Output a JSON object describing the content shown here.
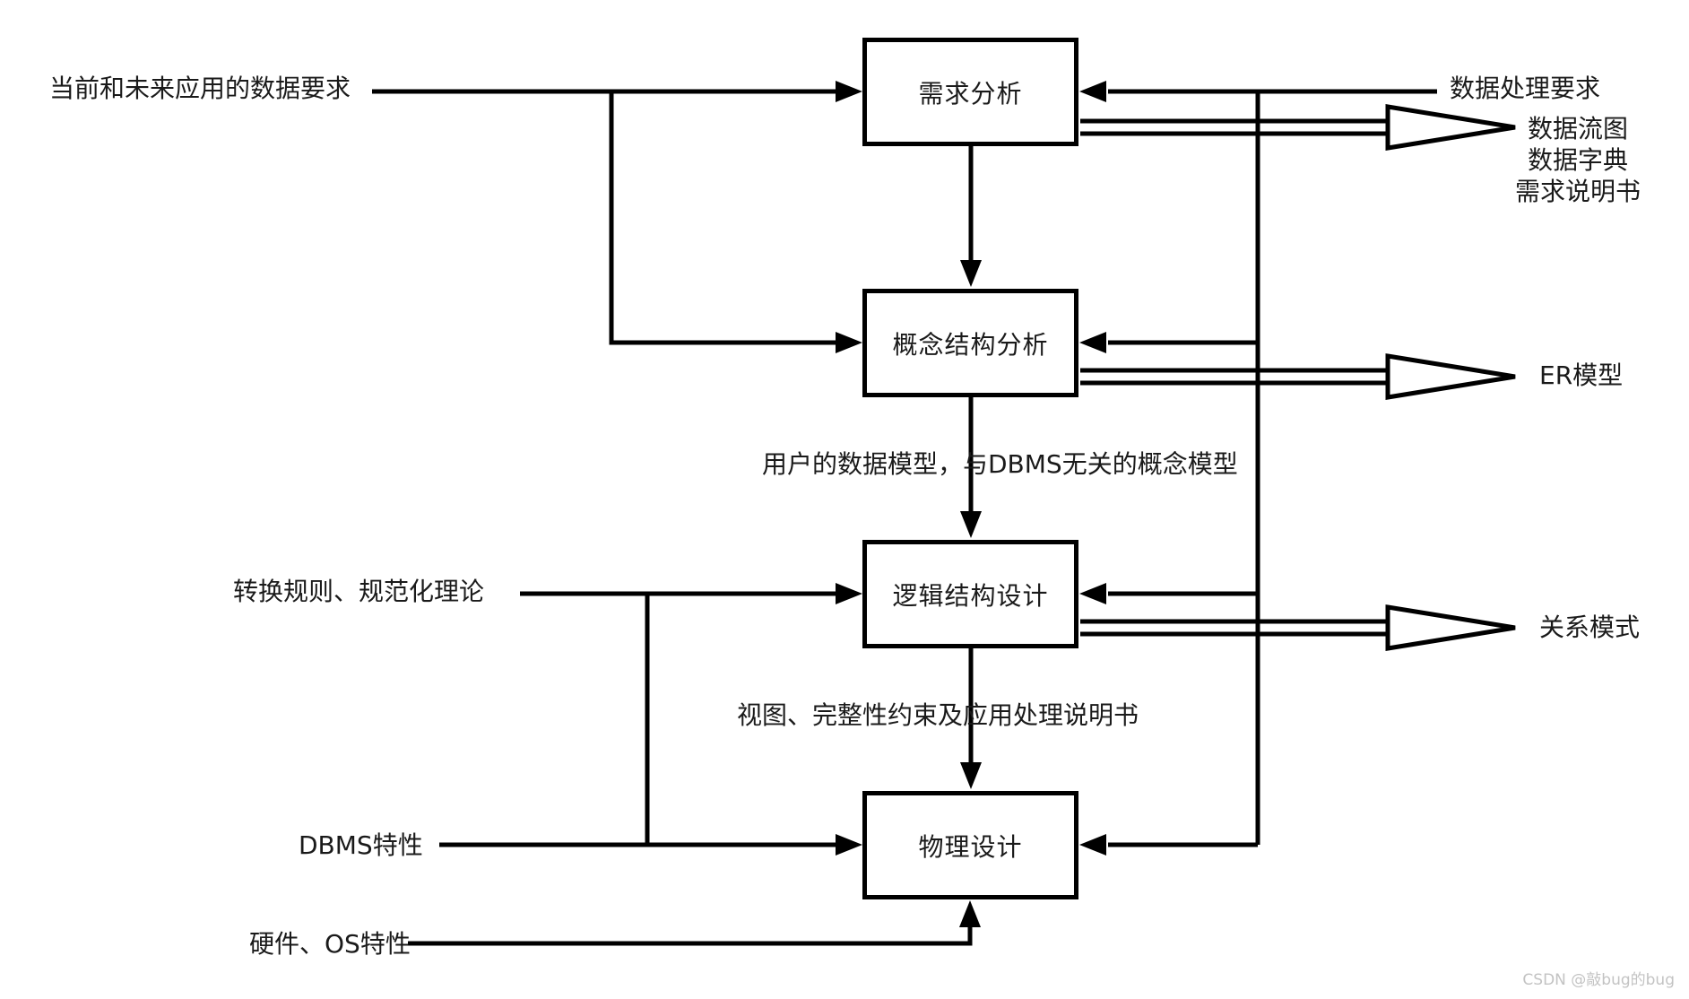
{
  "diagram": {
    "boxes": [
      {
        "id": "requirements-analysis",
        "label": "需求分析"
      },
      {
        "id": "conceptual-structure-analysis",
        "label": "概念结构分析"
      },
      {
        "id": "logical-structure-design",
        "label": "逻辑结构设计"
      },
      {
        "id": "physical-design",
        "label": "物理设计"
      }
    ],
    "inputs": [
      {
        "label": "当前和未来应用的数据要求"
      },
      {
        "label": "数据处理要求"
      },
      {
        "label": "转换规则、规范化理论"
      },
      {
        "label": "DBMS特性"
      },
      {
        "label": "硬件、OS特性"
      }
    ],
    "outputs": [
      {
        "lines": [
          "数据流图",
          "数据字典",
          "需求说明书"
        ]
      },
      {
        "label": "ER模型"
      },
      {
        "label": "关系模式"
      }
    ],
    "annotations": [
      {
        "label": "用户的数据模型，与DBMS无关的概念模型"
      },
      {
        "label": "视图、完整性约束及应用处理说明书"
      }
    ],
    "colors": {
      "line": "#000000",
      "text": "#1a1a1a",
      "box_fill": "#ffffff",
      "watermark": "#c3c3c3"
    }
  },
  "watermark": {
    "text": "CSDN @敲bug的bug"
  }
}
